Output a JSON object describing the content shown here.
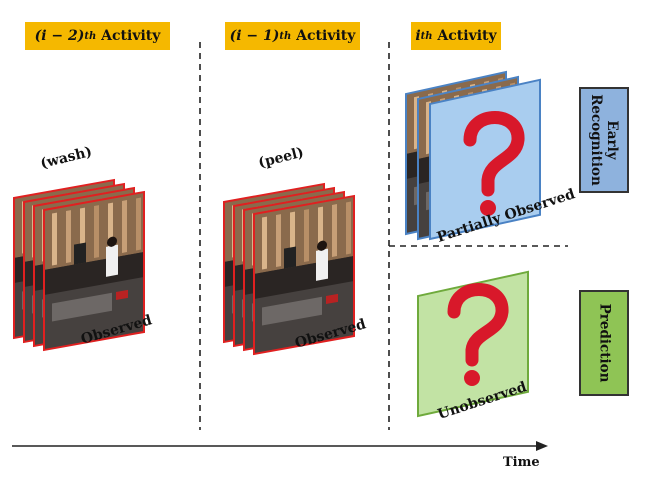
{
  "activities": [
    {
      "prefix": "(i − 2)",
      "sup": "th",
      "word": "Activity",
      "action": "(wash)",
      "status": "Observed"
    },
    {
      "prefix": "(i − 1)",
      "sup": "th",
      "word": "Activity",
      "action": "(peel)",
      "status": "Observed"
    },
    {
      "prefix": "i",
      "sup": "th",
      "word": "Activity",
      "action": "",
      "status": "Partially Observed"
    }
  ],
  "prediction_status": "Unobserved",
  "side_labels": {
    "early_recognition": "Early\nRecognition",
    "prediction": "Prediction"
  },
  "time_axis_label": "Time",
  "colors": {
    "badge": "#f5b800",
    "observed_border": "#e02020",
    "partial_fill": "#a9cdef",
    "unobserved_fill": "#c2e3a4",
    "early_box": "#8eb2dd",
    "prediction_box": "#8fc455",
    "question_mark": "#d8182a"
  },
  "icons": [
    "question-mark-icon",
    "video-frame-icon"
  ]
}
